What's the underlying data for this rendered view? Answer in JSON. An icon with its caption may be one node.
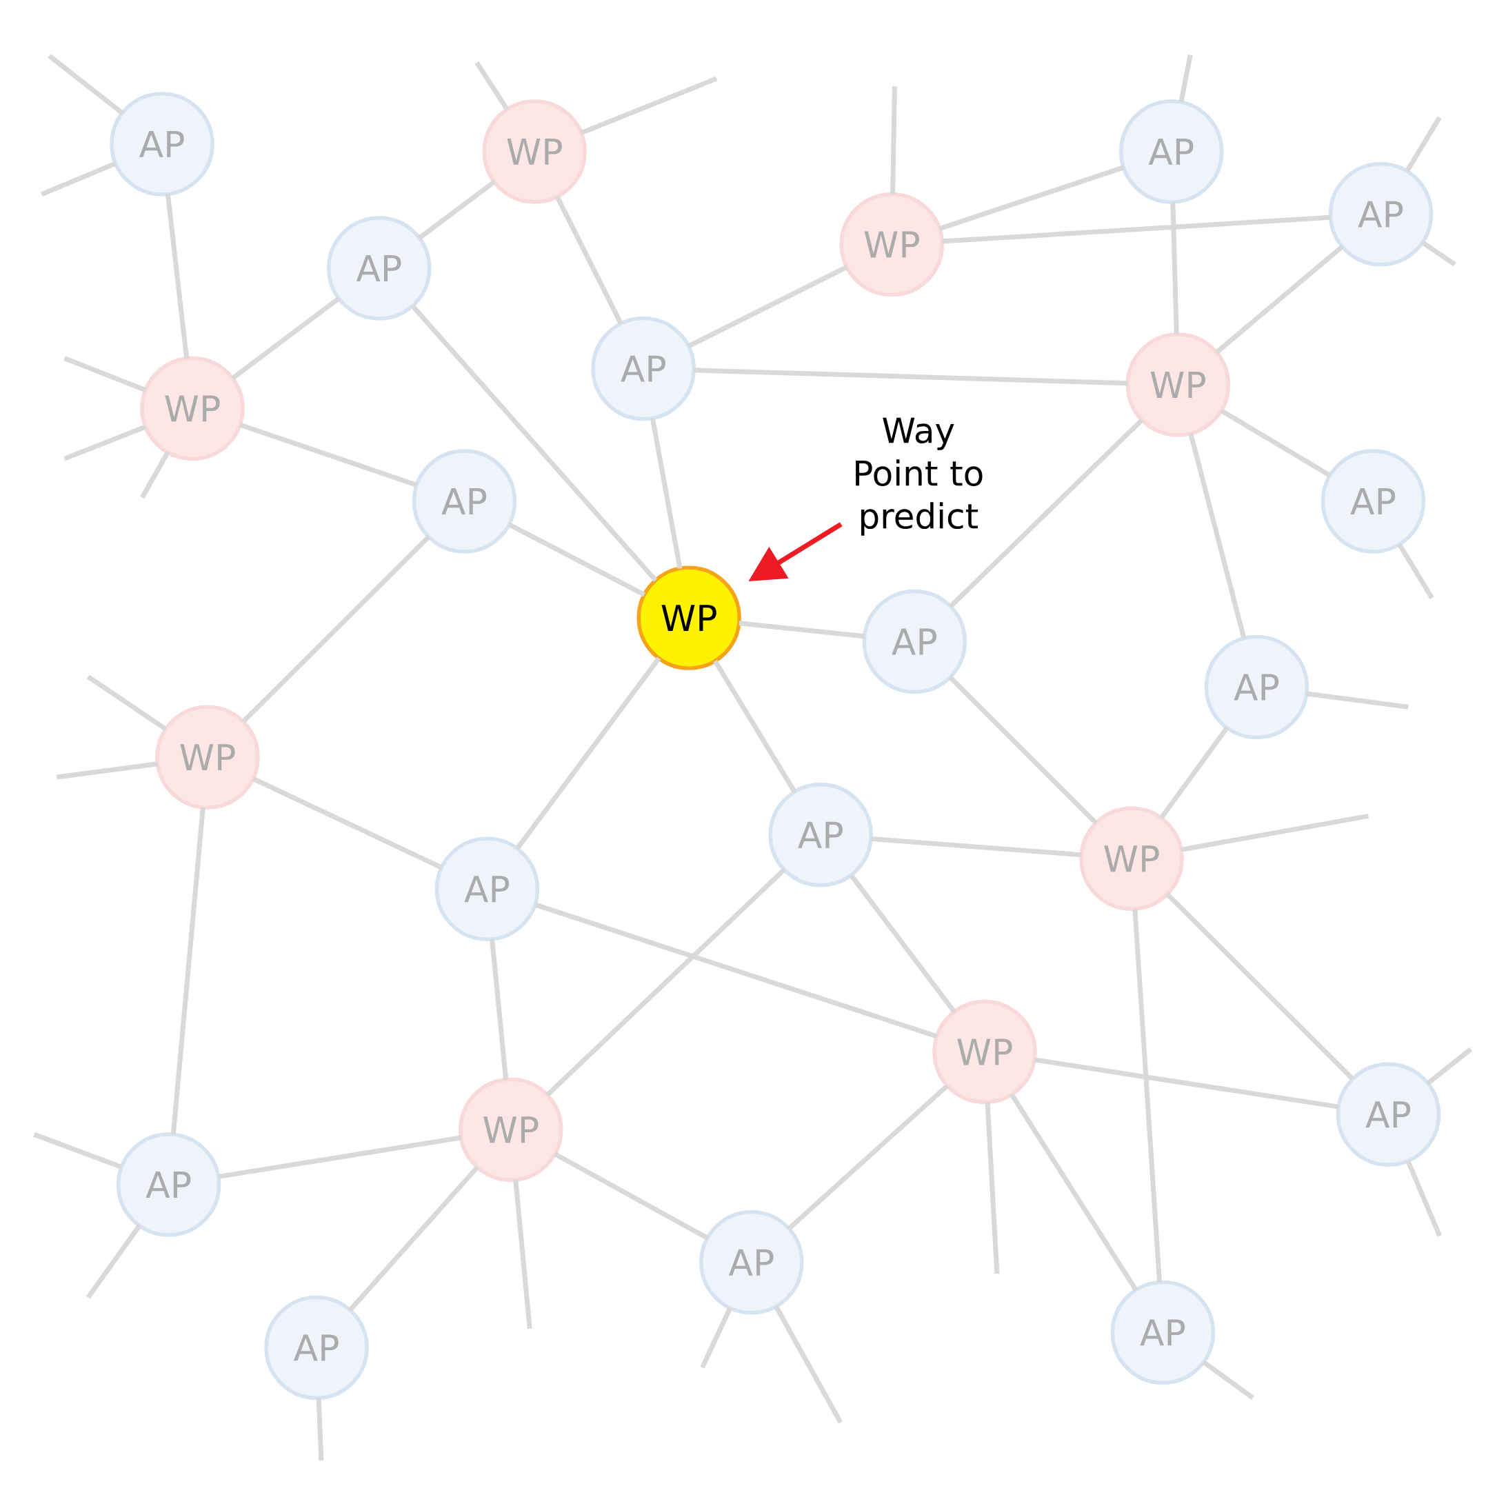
{
  "diagram": {
    "nodes": [
      {
        "text": [
          "AP"
        ]
      },
      {
        "text": [
          "WP"
        ]
      },
      {
        "text": [
          "AP"
        ]
      },
      {
        "text": [
          "WP"
        ]
      },
      {
        "text": [
          "AP"
        ]
      },
      {
        "text": [
          "AP"
        ]
      },
      {
        "text": [
          "WP"
        ]
      },
      {
        "text": [
          "AP"
        ]
      },
      {
        "text": [
          "WP"
        ]
      },
      {
        "text": [
          "AP"
        ]
      },
      {
        "text": [
          "AP"
        ]
      },
      {
        "text": [
          "WP"
        ]
      },
      {
        "text": [
          "AP"
        ]
      },
      {
        "text": [
          "AP"
        ]
      },
      {
        "text": [
          "WP"
        ]
      },
      {
        "text": [
          "AP"
        ]
      },
      {
        "text": [
          "WP"
        ]
      },
      {
        "text": [
          "AP"
        ]
      },
      {
        "text": [
          "WP"
        ]
      },
      {
        "text": [
          "WP"
        ]
      },
      {
        "text": [
          "AP"
        ]
      },
      {
        "text": [
          "AP"
        ]
      },
      {
        "text": [
          "AP"
        ]
      },
      {
        "text": [
          "AP"
        ]
      },
      {
        "text": [
          "AP"
        ]
      },
      {
        "text": [
          "Way Point to predict"
        ]
      }
    ],
    "edges": [
      {
        "from": 0,
        "to": 6,
        "arrow": "none"
      },
      {
        "from": 1,
        "to": 2,
        "arrow": "none"
      },
      {
        "from": 1,
        "to": 7,
        "arrow": "none"
      },
      {
        "from": 2,
        "to": 6,
        "arrow": "none"
      },
      {
        "from": 2,
        "to": 11,
        "arrow": "none"
      },
      {
        "from": 3,
        "to": 7,
        "arrow": "none"
      },
      {
        "from": 3,
        "to": 4,
        "arrow": "none"
      },
      {
        "from": 3,
        "to": 5,
        "arrow": "none"
      },
      {
        "from": 4,
        "to": 8,
        "arrow": "none"
      },
      {
        "from": 5,
        "to": 8,
        "arrow": "none"
      },
      {
        "from": 6,
        "to": 9,
        "arrow": "none"
      },
      {
        "from": 7,
        "to": 8,
        "arrow": "none"
      },
      {
        "from": 7,
        "to": 11,
        "arrow": "none"
      },
      {
        "from": 8,
        "to": 10,
        "arrow": "none"
      },
      {
        "from": 8,
        "to": 12,
        "arrow": "none"
      },
      {
        "from": 8,
        "to": 13,
        "arrow": "none"
      },
      {
        "from": 9,
        "to": 11,
        "arrow": "none"
      },
      {
        "from": 9,
        "to": 14,
        "arrow": "none"
      },
      {
        "from": 11,
        "to": 12,
        "arrow": "none"
      },
      {
        "from": 11,
        "to": 15,
        "arrow": "none"
      },
      {
        "from": 11,
        "to": 17,
        "arrow": "none"
      },
      {
        "from": 12,
        "to": 16,
        "arrow": "none"
      },
      {
        "from": 13,
        "to": 16,
        "arrow": "none"
      },
      {
        "from": 14,
        "to": 17,
        "arrow": "none"
      },
      {
        "from": 14,
        "to": 21,
        "arrow": "none"
      },
      {
        "from": 15,
        "to": 16,
        "arrow": "none"
      },
      {
        "from": 15,
        "to": 19,
        "arrow": "none"
      },
      {
        "from": 15,
        "to": 18,
        "arrow": "none"
      },
      {
        "from": 17,
        "to": 18,
        "arrow": "none"
      },
      {
        "from": 17,
        "to": 19,
        "arrow": "none"
      },
      {
        "from": 16,
        "to": 20,
        "arrow": "none"
      },
      {
        "from": 16,
        "to": 24,
        "arrow": "none"
      },
      {
        "from": 18,
        "to": 20,
        "arrow": "none"
      },
      {
        "from": 18,
        "to": 22,
        "arrow": "none"
      },
      {
        "from": 18,
        "to": 24,
        "arrow": "none"
      },
      {
        "from": 19,
        "to": 21,
        "arrow": "none"
      },
      {
        "from": 19,
        "to": 22,
        "arrow": "none"
      },
      {
        "from": 19,
        "to": 23,
        "arrow": "none"
      },
      {
        "from": 0,
        "to": null,
        "arrow": "none"
      },
      {
        "from": 0,
        "to": null,
        "arrow": "none"
      },
      {
        "from": 1,
        "to": null,
        "arrow": "none"
      },
      {
        "from": 1,
        "to": null,
        "arrow": "none"
      },
      {
        "from": 3,
        "to": null,
        "arrow": "none"
      },
      {
        "from": 4,
        "to": null,
        "arrow": "none"
      },
      {
        "from": 5,
        "to": null,
        "arrow": "none"
      },
      {
        "from": 5,
        "to": null,
        "arrow": "none"
      },
      {
        "from": 6,
        "to": null,
        "arrow": "none"
      },
      {
        "from": 6,
        "to": null,
        "arrow": "none"
      },
      {
        "from": 6,
        "to": null,
        "arrow": "none"
      },
      {
        "from": 10,
        "to": null,
        "arrow": "none"
      },
      {
        "from": 13,
        "to": null,
        "arrow": "none"
      },
      {
        "from": 14,
        "to": null,
        "arrow": "none"
      },
      {
        "from": 14,
        "to": null,
        "arrow": "none"
      },
      {
        "from": 16,
        "to": null,
        "arrow": "none"
      },
      {
        "from": 18,
        "to": null,
        "arrow": "none"
      },
      {
        "from": 19,
        "to": null,
        "arrow": "none"
      },
      {
        "from": 20,
        "to": null,
        "arrow": "none"
      },
      {
        "from": 20,
        "to": null,
        "arrow": "none"
      },
      {
        "from": 21,
        "to": null,
        "arrow": "none"
      },
      {
        "from": 21,
        "to": null,
        "arrow": "none"
      },
      {
        "from": 22,
        "to": null,
        "arrow": "none"
      },
      {
        "from": 22,
        "to": null,
        "arrow": "none"
      },
      {
        "from": 23,
        "to": null,
        "arrow": "none"
      },
      {
        "from": 24,
        "to": null,
        "arrow": "none"
      },
      {
        "from": 25,
        "to": 11,
        "arrow": "to",
        "color": "#ed1c24"
      }
    ]
  }
}
